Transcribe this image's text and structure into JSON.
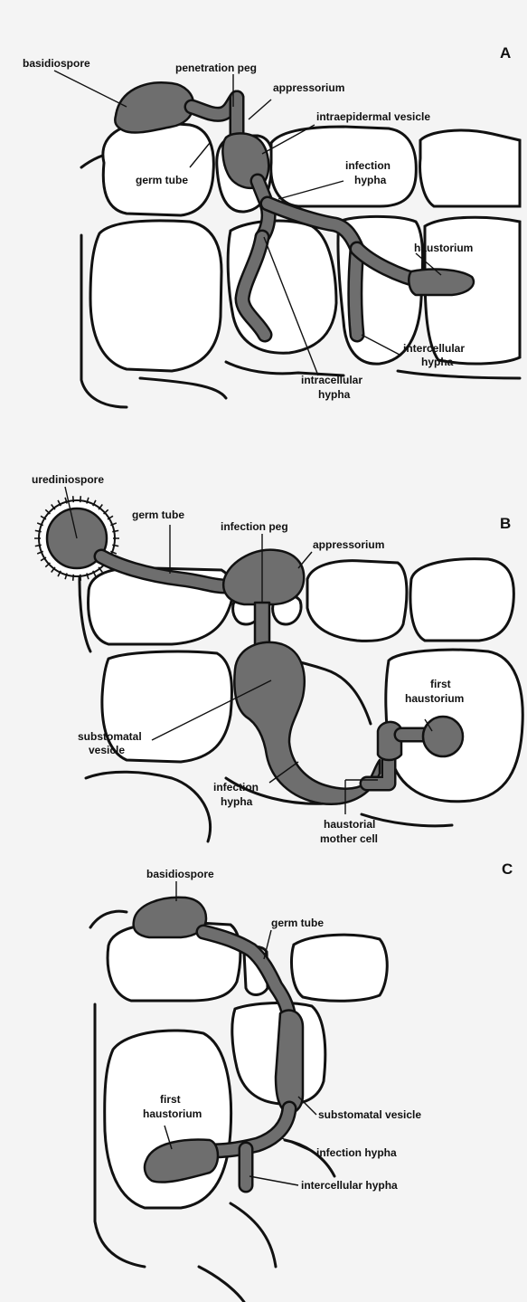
{
  "panels": {
    "A": {
      "letter": "A",
      "labels": {
        "basidiospore": "basidiospore",
        "penetration_peg": "penetration peg",
        "appressorium": "appressorium",
        "intraepidermal_vesicle": "intraepidermal vesicle",
        "germ_tube": "germ tube",
        "infection_hypha_1": "infection",
        "infection_hypha_2": "hypha",
        "haustorium": "haustorium",
        "intercellular_hypha_1": "intercellular",
        "intercellular_hypha_2": "hypha",
        "intracellular_hypha_1": "intracellular",
        "intracellular_hypha_2": "hypha"
      }
    },
    "B": {
      "letter": "B",
      "labels": {
        "urediniospore": "urediniospore",
        "germ_tube": "germ tube",
        "infection_peg": "infection peg",
        "appressorium": "appressorium",
        "first_haustorium_1": "first",
        "first_haustorium_2": "haustorium",
        "substomatal_vesicle_1": "substomatal",
        "substomatal_vesicle_2": "vesicle",
        "infection_hypha_1": "infection",
        "infection_hypha_2": "hypha",
        "haustorial_mother_cell_1": "haustorial",
        "haustorial_mother_cell_2": "mother cell"
      }
    },
    "C": {
      "letter": "C",
      "labels": {
        "basidiospore": "basidiospore",
        "germ_tube": "germ tube",
        "substomatal_vesicle": "substomatal vesicle",
        "first_haustorium_1": "first",
        "first_haustorium_2": "haustorium",
        "infection_hypha": "infection hypha",
        "intercellular_hypha": "intercellular hypha"
      }
    }
  },
  "colors": {
    "background": "#f4f4f4",
    "cell_wall": "#111111",
    "cell_interior": "#ffffff",
    "fungus": "#6e6e6e"
  }
}
